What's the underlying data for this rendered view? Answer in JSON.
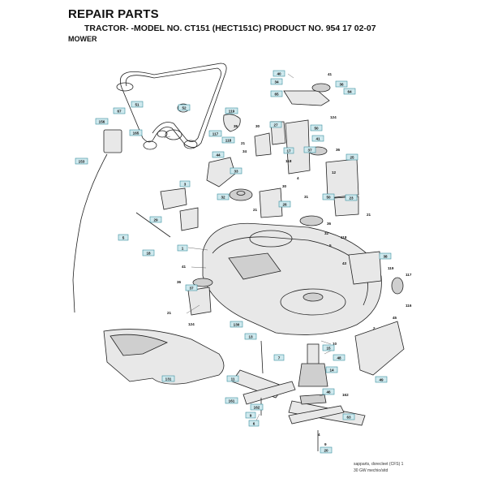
{
  "header": {
    "title": "REPAIR PARTS",
    "model_line": "TRACTOR- -MODEL NO. CT151 (HECT151C) PRODUCT NO. 954 17 02-07",
    "section": "MOWER"
  },
  "footer": {
    "line1": "sapparts, dorecleet (CFS) 1",
    "line2": "30 GW mechio/sitd"
  },
  "callouts": {
    "c40": "40",
    "c34a": "34",
    "c65": "65",
    "c41": "41",
    "c36a": "36",
    "c64": "64",
    "c51": "51",
    "c52": "52",
    "c35": "35",
    "c67": "67",
    "c119a": "119",
    "c156": "156",
    "c165": "165",
    "c117a": "117",
    "c118a": "118",
    "c30a": "30",
    "c27": "27",
    "c50": "50",
    "c41b": "41",
    "c124a": "124",
    "c21a": "21",
    "c34b": "34",
    "c17": "17",
    "c37": "37",
    "c36b": "36",
    "c118b": "118",
    "c153": "153",
    "c44": "44",
    "c33": "33",
    "c30b": "30",
    "c4a": "4",
    "c25": "25",
    "c12": "12",
    "c3": "3",
    "c32": "32",
    "c31": "31",
    "c50b": "50",
    "c23": "23",
    "c26": "26",
    "c21b": "21",
    "c29": "29",
    "c21c": "21",
    "c36c": "36",
    "c5a": "5",
    "c18": "18",
    "c32b": "32",
    "c118c": "118",
    "c1": "1",
    "c5b": "5",
    "c41c": "41",
    "c43": "43",
    "c38": "38",
    "c119b": "119",
    "c117b": "117",
    "c36d": "36",
    "c37b": "37",
    "c116": "116",
    "c21d": "21",
    "c124b": "124",
    "c130": "130",
    "c45": "45",
    "c2": "2",
    "c10": "10",
    "c13": "13",
    "c15": "15",
    "c7": "7",
    "c131": "131",
    "c11": "11",
    "c14": "14",
    "c48": "48",
    "c49": "49",
    "c161": "161",
    "c162a": "162",
    "c162b": "162",
    "c9a": "9",
    "c6": "6",
    "c46": "46",
    "c63": "63",
    "c9b": "9",
    "c20": "20",
    "c4b": "4"
  }
}
